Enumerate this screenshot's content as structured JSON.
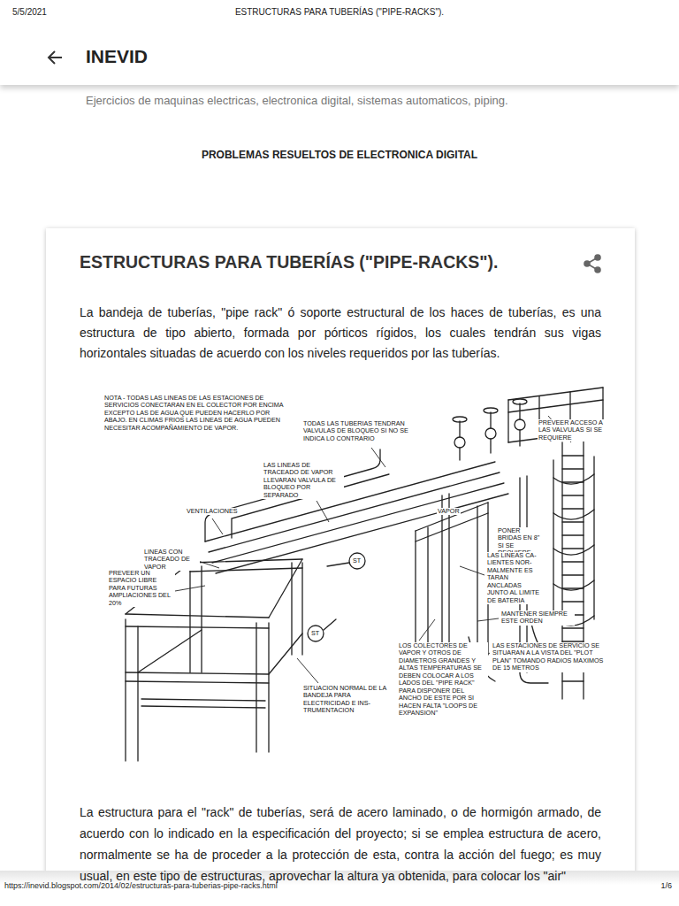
{
  "diagram": {
    "title": "ESTRUCTURAS PARA TUBERÍAS (\"PIPE-RACKS\").",
    "labels": [
      "5/5/2021",
      "ESTRUCTURAS PARA TUBERÍAS (\"PIPE-RACKS\").",
      "INEVID",
      "Ejercicios de maquinas electricas, electronica digital, sistemas automaticos, piping.",
      "PROBLEMAS RESUELTOS DE ELECTRONICA DIGITAL",
      "La bandeja de tuberías, \"pipe rack\" ó soporte estructural de los haces de tuberías, es una estructura de tipo abierto, formada por pórticos rígidos, los cuales tendrán sus vigas horizontales situadas de acuerdo con los niveles requeridos por las tuberías.",
      "NOTA - TODAS LAS LINEAS DE LAS ESTACIONES DE SERVICIOS CONECTARAN EN EL COLECTOR POR ENCIMA EXCEPTO LAS DE AGUA QUE PUEDEN HACERLO POR ABAJO. EN CLIMAS FRIOS LAS LINEAS DE AGUA PUEDEN NECESITAR ACOMPAÑAMIENTO DE VAPOR.",
      "TODAS LAS TUBERIAS TENDRAN VALVULAS DE BLOQUEO SI NO SE INDICA LO CONTRARIO",
      "PREVEER ACCESO A LAS VALVULAS SI SE REQUIERE",
      "LAS LINEAS DE TRACEADO DE VAPOR LLEVARAN VALVULA DE BLOQUEO POR SEPARADO",
      "VENTILACIONES",
      "VAPOR",
      "PONER BRIDAS EN 8\" SI SE REQUIERE",
      "LINEAS CON TRACEADO DE VAPOR",
      "PREVEER UN ESPACIO LIBRE PARA FUTURAS AMPLIACIONES DEL 20%",
      "ST",
      "LAS LINEAS CA- LIENTES NOR- MALMENTE ES TARAN ANCLADAS JUNTO AL LIMITE DE BATERIA",
      "ST",
      "MANTENER SIEMPRE ESTE ORDEN",
      "LOS COLECTORES DE VAPOR Y OTROS DE DIAMETROS GRANDES Y ALTAS TEMPERATURAS SE DEBEN COLOCAR A LOS LADOS DEL \"PIPE RACK\" PARA DISPONER DEL ANCHO DE ESTE POR SI HACEN FALTA \"LOOPS DE EXPANSION\"",
      "LAS ESTACIONES DE SERVICIO SE SITUARAN A LA VISTA DEL \"PLOT PLAN\" TOMANDO RADIOS MAXIMOS DE 15 METROS",
      "SITUACION NORMAL DE LA BANDEJA PARA ELECTRICIDAD E INS- TRUMENTACION",
      "La estructura para el \"rack\" de tuberías, será de acero laminado, o de hormigón armado, de acuerdo con lo indicado en la especificación del proyecto; si se emplea estructura de acero, normalmente se ha de proceder a la protección de esta, contra la acción del fuego; es muy usual, en este tipo de estructuras, aprovechar la altura ya obtenida, para colocar los \"air\"",
      "https://inevid.blogspot.com/2014/02/estructuras-para-tuberias-pipe-racks.html",
      "1/6"
    ]
  }
}
